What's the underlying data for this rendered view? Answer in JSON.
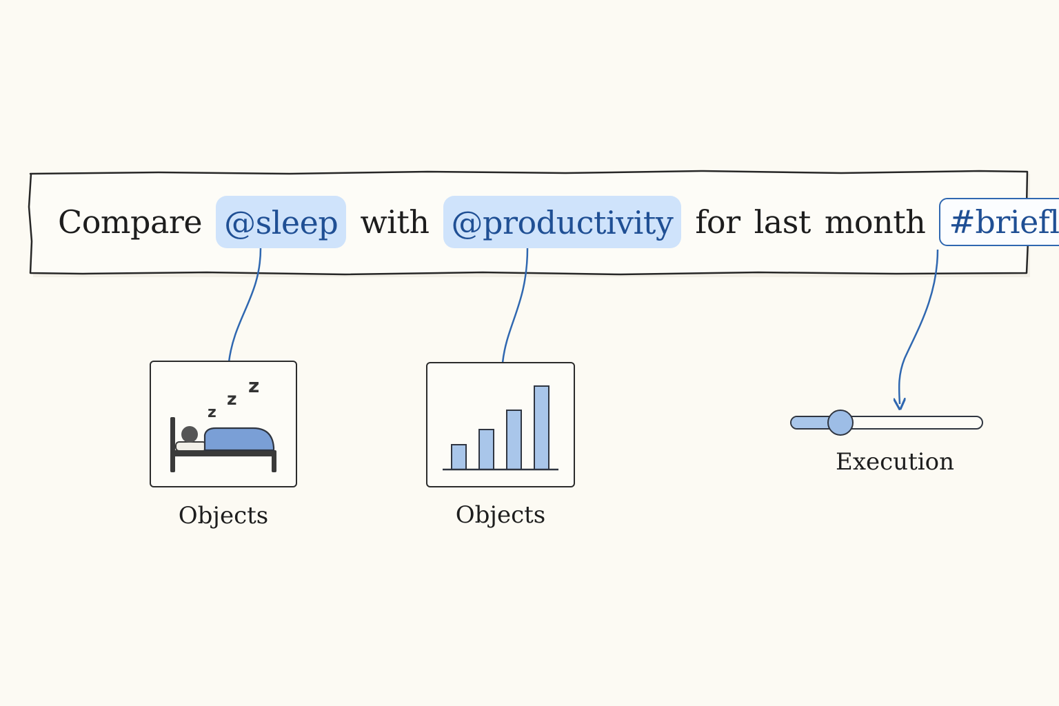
{
  "prompt": {
    "words": [
      "Compare",
      "@sleep",
      "with",
      "@productivity",
      "for",
      "last",
      "month",
      "#briefly."
    ]
  },
  "cards": [
    {
      "label": "Objects",
      "icon": "sleeping-in-bed-icon"
    },
    {
      "label": "Objects",
      "icon": "bar-chart-icon"
    }
  ],
  "slider": {
    "label": "Execution",
    "value": 0.26
  },
  "colors": {
    "accent": "#2f67b0",
    "mention_bg": "#cfe3fb",
    "ink": "#1d1d1d",
    "background": "#fcfaf3"
  }
}
